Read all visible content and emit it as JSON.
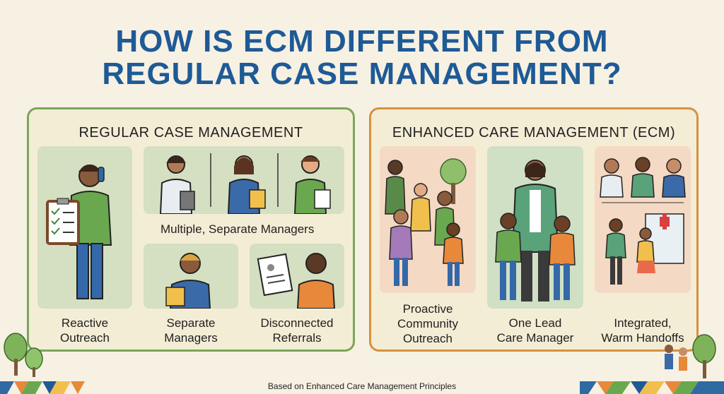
{
  "title": {
    "line1": "HOW IS ECM DIFFERENT FROM",
    "line2": "REGULAR CASE MANAGEMENT?"
  },
  "regular": {
    "heading": "REGULAR CASE MANAGEMENT",
    "multiple_label": "Multiple, Separate Managers",
    "items": [
      {
        "label_line1": "Reactive",
        "label_line2": "Outreach"
      },
      {
        "label_line1": "Separate",
        "label_line2": "Managers"
      },
      {
        "label_line1": "Disconnected",
        "label_line2": "Referrals"
      }
    ]
  },
  "ecm": {
    "heading": "ENHANCED CARE MANAGEMENT (ECM)",
    "items": [
      {
        "label_line1": "Proactive",
        "label_line2": "Community",
        "label_line3": "Outreach"
      },
      {
        "label_line1": "One Lead",
        "label_line2": "Care Manager"
      },
      {
        "label_line1": "Integrated,",
        "label_line2": "Warm Handoffs"
      }
    ]
  },
  "footer": "Based on Enhanced Care Management Principles",
  "colors": {
    "title": "#1e5a96",
    "left_border": "#7aa659",
    "right_border": "#d6913e",
    "background": "#f7f1e3"
  }
}
